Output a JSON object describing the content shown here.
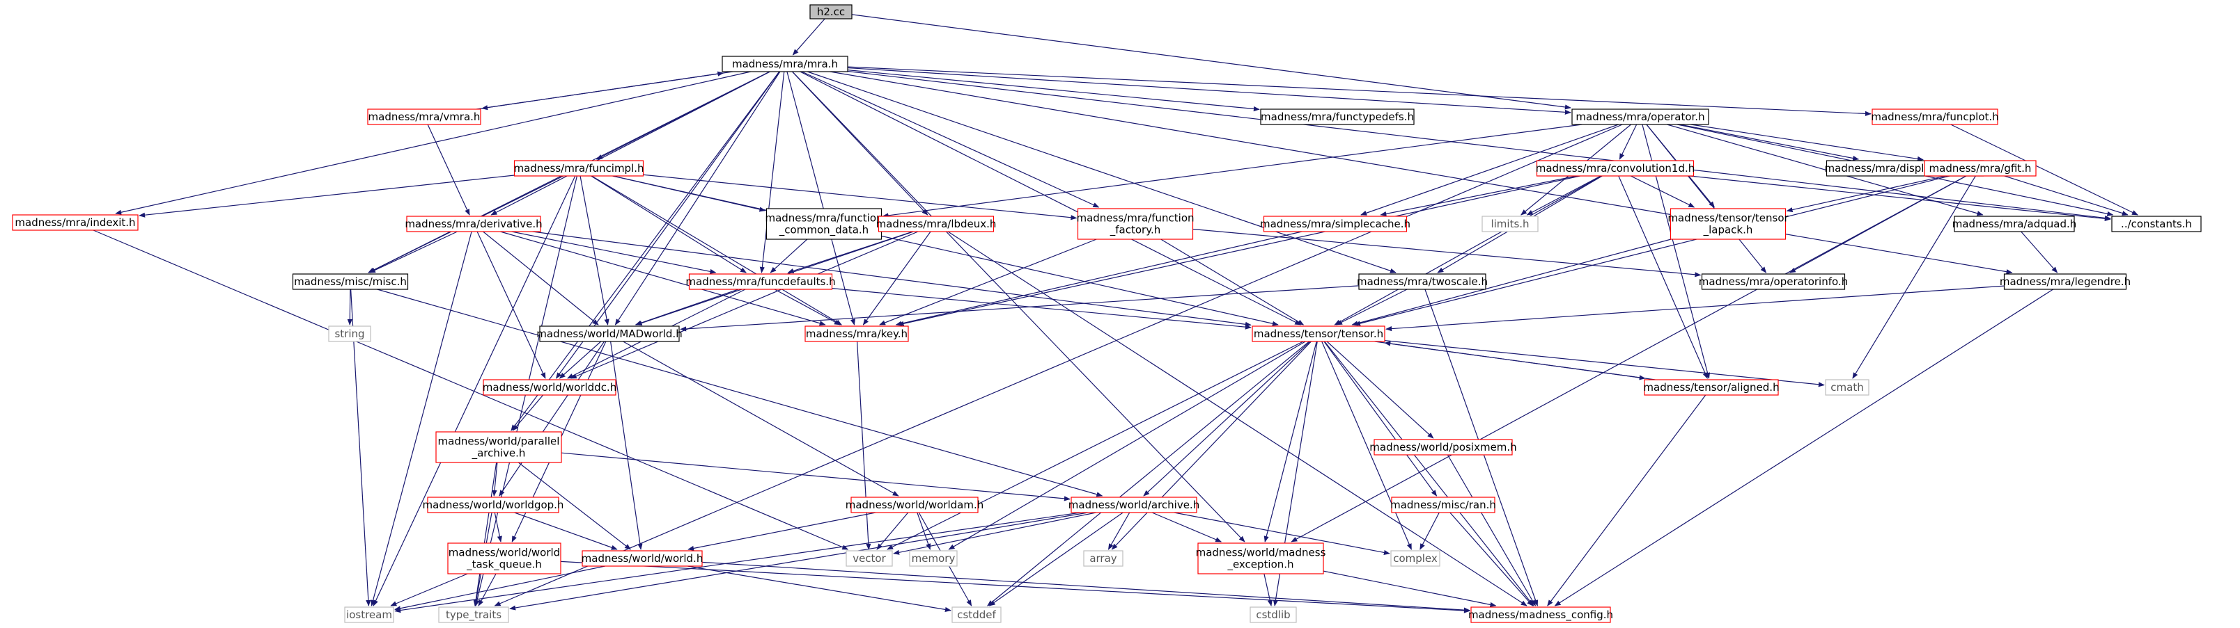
{
  "nodes": [
    {
      "id": "h2",
      "label": "h2.cc",
      "style": "root"
    },
    {
      "id": "mra",
      "label": "madness/mra/mra.h",
      "style": "black"
    },
    {
      "id": "vmra",
      "label": "madness/mra/vmra.h",
      "style": "red"
    },
    {
      "id": "functypedefs",
      "label": "madness/mra/functypedefs.h",
      "style": "black"
    },
    {
      "id": "operator",
      "label": "madness/mra/operator.h",
      "style": "black"
    },
    {
      "id": "funcplot",
      "label": "madness/mra/funcplot.h",
      "style": "red"
    },
    {
      "id": "funcimpl",
      "label": "madness/mra/funcimpl.h",
      "style": "red"
    },
    {
      "id": "indexit",
      "label": "madness/mra/indexit.h",
      "style": "red"
    },
    {
      "id": "derivative",
      "label": "madness/mra/derivative.h",
      "style": "red"
    },
    {
      "id": "fcd",
      "label": "madness/mra/function\n_common_data.h",
      "style": "black"
    },
    {
      "id": "lbdeux",
      "label": "madness/mra/lbdeux.h",
      "style": "red"
    },
    {
      "id": "ffactory",
      "label": "madness/mra/function\n_factory.h",
      "style": "red"
    },
    {
      "id": "convolution",
      "label": "madness/mra/convolution1d.h",
      "style": "red"
    },
    {
      "id": "displacements",
      "label": "madness/mra/displacements.h",
      "style": "black"
    },
    {
      "id": "gfit",
      "label": "madness/mra/gfit.h",
      "style": "red"
    },
    {
      "id": "simplecache",
      "label": "madness/mra/simplecache.h",
      "style": "red"
    },
    {
      "id": "limits",
      "label": "limits.h",
      "style": "gray"
    },
    {
      "id": "tlapack",
      "label": "madness/tensor/tensor\n_lapack.h",
      "style": "red"
    },
    {
      "id": "constants",
      "label": "../constants.h",
      "style": "black"
    },
    {
      "id": "adquad",
      "label": "madness/mra/adquad.h",
      "style": "black"
    },
    {
      "id": "misc",
      "label": "madness/misc/misc.h",
      "style": "black"
    },
    {
      "id": "funcdefaults",
      "label": "madness/mra/funcdefaults.h",
      "style": "red"
    },
    {
      "id": "twoscale",
      "label": "madness/mra/twoscale.h",
      "style": "black"
    },
    {
      "id": "operatorinfo",
      "label": "madness/mra/operatorinfo.h",
      "style": "black"
    },
    {
      "id": "legendre",
      "label": "madness/mra/legendre.h",
      "style": "black"
    },
    {
      "id": "string",
      "label": "string",
      "style": "gray"
    },
    {
      "id": "madworld",
      "label": "madness/world/MADworld.h",
      "style": "black"
    },
    {
      "id": "key",
      "label": "madness/mra/key.h",
      "style": "red"
    },
    {
      "id": "tensor",
      "label": "madness/tensor/tensor.h",
      "style": "red"
    },
    {
      "id": "worlddc",
      "label": "madness/world/worlddc.h",
      "style": "red"
    },
    {
      "id": "aligned",
      "label": "madness/tensor/aligned.h",
      "style": "red"
    },
    {
      "id": "cmath",
      "label": "cmath",
      "style": "gray"
    },
    {
      "id": "parallel",
      "label": "madness/world/parallel\n_archive.h",
      "style": "red"
    },
    {
      "id": "posixmem",
      "label": "madness/world/posixmem.h",
      "style": "red"
    },
    {
      "id": "worldgop",
      "label": "madness/world/worldgop.h",
      "style": "red"
    },
    {
      "id": "worldam",
      "label": "madness/world/worldam.h",
      "style": "red"
    },
    {
      "id": "archive",
      "label": "madness/world/archive.h",
      "style": "red"
    },
    {
      "id": "ran",
      "label": "madness/misc/ran.h",
      "style": "red"
    },
    {
      "id": "wtq",
      "label": "madness/world/world\n_task_queue.h",
      "style": "red"
    },
    {
      "id": "world",
      "label": "madness/world/world.h",
      "style": "red"
    },
    {
      "id": "vector",
      "label": "vector",
      "style": "gray"
    },
    {
      "id": "memory",
      "label": "memory",
      "style": "gray"
    },
    {
      "id": "array",
      "label": "array",
      "style": "gray"
    },
    {
      "id": "mexc",
      "label": "madness/world/madness\n_exception.h",
      "style": "red"
    },
    {
      "id": "complex",
      "label": "complex",
      "style": "gray"
    },
    {
      "id": "iostream",
      "label": "iostream",
      "style": "gray"
    },
    {
      "id": "typetraits",
      "label": "type_traits",
      "style": "gray"
    },
    {
      "id": "cstddef",
      "label": "cstddef",
      "style": "gray"
    },
    {
      "id": "cstdlib",
      "label": "cstdlib",
      "style": "gray"
    },
    {
      "id": "mconfig",
      "label": "madness/madness_config.h",
      "style": "red"
    }
  ],
  "edges": [
    [
      "h2",
      "mra"
    ],
    [
      "h2",
      "operator"
    ],
    [
      "mra",
      "vmra"
    ],
    [
      "mra",
      "functypedefs"
    ],
    [
      "mra",
      "operator"
    ],
    [
      "mra",
      "funcplot"
    ],
    [
      "mra",
      "funcimpl"
    ],
    [
      "mra",
      "indexit"
    ],
    [
      "mra",
      "derivative"
    ],
    [
      "mra",
      "lbdeux"
    ],
    [
      "mra",
      "ffactory"
    ],
    [
      "mra",
      "misc"
    ],
    [
      "mra",
      "funcdefaults"
    ],
    [
      "mra",
      "twoscale"
    ],
    [
      "mra",
      "legendre"
    ],
    [
      "mra",
      "madworld"
    ],
    [
      "mra",
      "key"
    ],
    [
      "mra",
      "tensor"
    ],
    [
      "mra",
      "worlddc"
    ],
    [
      "mra",
      "parallel"
    ],
    [
      "mra",
      "mexc"
    ],
    [
      "mra",
      "constants"
    ],
    [
      "vmra",
      "mra"
    ],
    [
      "vmra",
      "derivative"
    ],
    [
      "operator",
      "convolution"
    ],
    [
      "operator",
      "displacements"
    ],
    [
      "operator",
      "gfit"
    ],
    [
      "operator",
      "simplecache"
    ],
    [
      "operator",
      "limits"
    ],
    [
      "operator",
      "tlapack"
    ],
    [
      "operator",
      "constants"
    ],
    [
      "operator",
      "adquad"
    ],
    [
      "operator",
      "operatorinfo"
    ],
    [
      "operator",
      "fcd"
    ],
    [
      "operator",
      "aligned"
    ],
    [
      "operator",
      "typetraits"
    ],
    [
      "funcplot",
      "constants"
    ],
    [
      "funcimpl",
      "indexit"
    ],
    [
      "funcimpl",
      "fcd"
    ],
    [
      "funcimpl",
      "ffactory"
    ],
    [
      "funcimpl",
      "funcdefaults"
    ],
    [
      "funcimpl",
      "misc"
    ],
    [
      "funcimpl",
      "madworld"
    ],
    [
      "funcimpl",
      "key"
    ],
    [
      "funcimpl",
      "tensor"
    ],
    [
      "funcimpl",
      "iostream"
    ],
    [
      "funcimpl",
      "typetraits"
    ],
    [
      "indexit",
      "vector"
    ],
    [
      "derivative",
      "misc"
    ],
    [
      "derivative",
      "funcdefaults"
    ],
    [
      "derivative",
      "madworld"
    ],
    [
      "derivative",
      "key"
    ],
    [
      "derivative",
      "tensor"
    ],
    [
      "derivative",
      "worlddc"
    ],
    [
      "derivative",
      "iostream"
    ],
    [
      "fcd",
      "funcdefaults"
    ],
    [
      "lbdeux",
      "funcdefaults"
    ],
    [
      "lbdeux",
      "key"
    ],
    [
      "lbdeux",
      "worlddc"
    ],
    [
      "lbdeux",
      "madworld"
    ],
    [
      "lbdeux",
      "mconfig"
    ],
    [
      "ffactory",
      "key"
    ],
    [
      "ffactory",
      "tensor"
    ],
    [
      "ffactory",
      "operatorinfo"
    ],
    [
      "convolution",
      "simplecache"
    ],
    [
      "convolution",
      "limits"
    ],
    [
      "convolution",
      "tlapack"
    ],
    [
      "convolution",
      "constants"
    ],
    [
      "convolution",
      "twoscale"
    ],
    [
      "convolution",
      "key"
    ],
    [
      "convolution",
      "tensor"
    ],
    [
      "convolution",
      "aligned"
    ],
    [
      "gfit",
      "constants"
    ],
    [
      "gfit",
      "tlapack"
    ],
    [
      "gfit",
      "operatorinfo"
    ],
    [
      "gfit",
      "tensor"
    ],
    [
      "gfit",
      "cmath"
    ],
    [
      "gfit",
      "mexc"
    ],
    [
      "simplecache",
      "key"
    ],
    [
      "tlapack",
      "tensor"
    ],
    [
      "adquad",
      "legendre"
    ],
    [
      "misc",
      "string"
    ],
    [
      "misc",
      "iostream"
    ],
    [
      "misc",
      "archive"
    ],
    [
      "funcdefaults",
      "madworld"
    ],
    [
      "funcdefaults",
      "key"
    ],
    [
      "funcdefaults",
      "tensor"
    ],
    [
      "funcdefaults",
      "worlddc"
    ],
    [
      "twoscale",
      "tensor"
    ],
    [
      "twoscale",
      "madworld"
    ],
    [
      "twoscale",
      "mconfig"
    ],
    [
      "legendre",
      "tensor"
    ],
    [
      "legendre",
      "mconfig"
    ],
    [
      "madworld",
      "worlddc"
    ],
    [
      "madworld",
      "worldgop"
    ],
    [
      "madworld",
      "worldam"
    ],
    [
      "madworld",
      "world"
    ],
    [
      "madworld",
      "wtq"
    ],
    [
      "key",
      "vector"
    ],
    [
      "tensor",
      "aligned"
    ],
    [
      "tensor",
      "cmath"
    ],
    [
      "tensor",
      "posixmem"
    ],
    [
      "tensor",
      "ran"
    ],
    [
      "tensor",
      "archive"
    ],
    [
      "tensor",
      "vector"
    ],
    [
      "tensor",
      "memory"
    ],
    [
      "tensor",
      "array"
    ],
    [
      "tensor",
      "complex"
    ],
    [
      "tensor",
      "cstddef"
    ],
    [
      "tensor",
      "cstdlib"
    ],
    [
      "tensor",
      "mconfig"
    ],
    [
      "tensor",
      "mexc"
    ],
    [
      "worlddc",
      "parallel"
    ],
    [
      "aligned",
      "tensor"
    ],
    [
      "aligned",
      "mconfig"
    ],
    [
      "parallel",
      "worldgop"
    ],
    [
      "parallel",
      "world"
    ],
    [
      "parallel",
      "archive"
    ],
    [
      "parallel",
      "typetraits"
    ],
    [
      "posixmem",
      "mconfig"
    ],
    [
      "worldgop",
      "wtq"
    ],
    [
      "worldgop",
      "world"
    ],
    [
      "worldgop",
      "typetraits"
    ],
    [
      "worldam",
      "world"
    ],
    [
      "worldam",
      "vector"
    ],
    [
      "worldam",
      "memory"
    ],
    [
      "worldam",
      "cstddef"
    ],
    [
      "archive",
      "vector"
    ],
    [
      "archive",
      "array"
    ],
    [
      "archive",
      "complex"
    ],
    [
      "archive",
      "mexc"
    ],
    [
      "archive",
      "iostream"
    ],
    [
      "archive",
      "typetraits"
    ],
    [
      "archive",
      "cstddef"
    ],
    [
      "ran",
      "complex"
    ],
    [
      "ran",
      "mconfig"
    ],
    [
      "wtq",
      "iostream"
    ],
    [
      "wtq",
      "typetraits"
    ],
    [
      "wtq",
      "mconfig"
    ],
    [
      "world",
      "iostream"
    ],
    [
      "world",
      "cstddef"
    ],
    [
      "world",
      "mconfig"
    ],
    [
      "mexc",
      "cstdlib"
    ],
    [
      "mexc",
      "mconfig"
    ]
  ],
  "colors": {
    "edge": "#191970",
    "red_border": "#ff0000",
    "black_border": "#000000",
    "gray_border": "#bfbfbf",
    "gray_text": "#555555",
    "root_fill": "#bfbfbf"
  }
}
